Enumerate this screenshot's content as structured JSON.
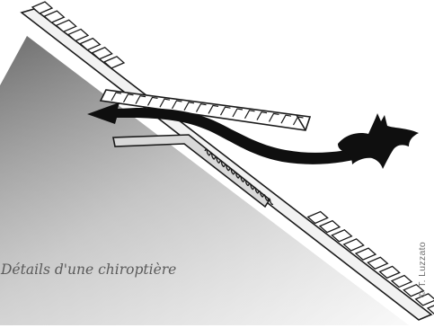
{
  "caption": "Détails d'une chiroptière",
  "credit": "© T. Luzzato",
  "colors": {
    "ink": "#1a1a1a",
    "shade_dark": "#7a7a7a",
    "shade_light": "#f4f4f4",
    "plate_fill": "#d9d9d9",
    "text": "#5a5a5a"
  },
  "elements": {
    "bat": "bat-silhouette",
    "arrow": "flight-path-arrow",
    "roof": "tiled-roof-section",
    "vent": "bat-vent-tile"
  }
}
